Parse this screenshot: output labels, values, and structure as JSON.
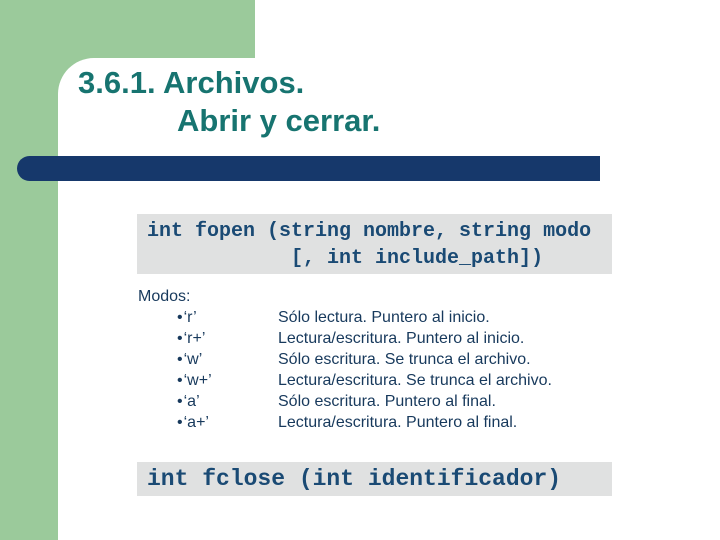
{
  "slide": {
    "title_line1": "3.6.1. Archivos.",
    "title_line2": "Abrir y cerrar.",
    "code_fopen": "int fopen (string nombre, string modo\n            [, int include_path])",
    "modes_label": "Modos:",
    "bullet": "•",
    "modes": [
      {
        "mode": "‘r’",
        "desc": "Sólo lectura. Puntero al inicio."
      },
      {
        "mode": "‘r+’",
        "desc": "Lectura/escritura. Puntero al inicio."
      },
      {
        "mode": "‘w’",
        "desc": "Sólo escritura. Se trunca el archivo."
      },
      {
        "mode": "‘w+’",
        "desc": "Lectura/escritura. Se trunca el archivo."
      },
      {
        "mode": "‘a’",
        "desc": "Sólo escritura. Puntero al final."
      },
      {
        "mode": "‘a+’",
        "desc": "Lectura/escritura. Puntero al final."
      }
    ],
    "code_fclose": "int fclose (int identificador)",
    "colors": {
      "green": "#9bca9b",
      "navy": "#16386b",
      "teal": "#177470",
      "text": "#17395c",
      "code": "#1a4a74",
      "code_bg": "#e0e1e1"
    }
  }
}
